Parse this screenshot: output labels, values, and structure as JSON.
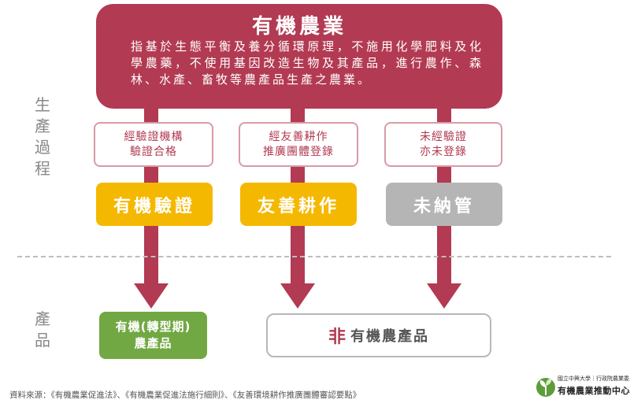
{
  "colors": {
    "accent": "#b23a52",
    "certified": "#f5b800",
    "inactive": "#b5b5b5",
    "organic_product": "#72a844"
  },
  "top": {
    "title": "有機農業",
    "description": "指基於生態平衡及養分循環原理，不施用化學肥料及化學農藥，不使用基因改造生物及其產品，進行農作、森林、水產、畜牧等農產品生產之農業。"
  },
  "side_labels": {
    "process": "生產過程",
    "product": "產品"
  },
  "columns": [
    {
      "condition": "經驗證機構\n驗證合格",
      "status": "有機驗證"
    },
    {
      "condition": "經友善耕作\n推廣團體登錄",
      "status": "友善耕作"
    },
    {
      "condition": "未經驗證\n亦未登錄",
      "status": "未納管"
    }
  ],
  "products": {
    "organic": "有機(轉型期)\n農產品",
    "non_prefix": "非",
    "non_rest": "有機農產品"
  },
  "source": "資料來源：《有機農業促進法》、《有機農業促進法施行細則》、《友善環境耕作推廣團體審認要點》",
  "logo": {
    "small": "國立中興大學｜行政院農業委員會",
    "big": "有機農業推動中心",
    "icon": "sprout-icon"
  }
}
